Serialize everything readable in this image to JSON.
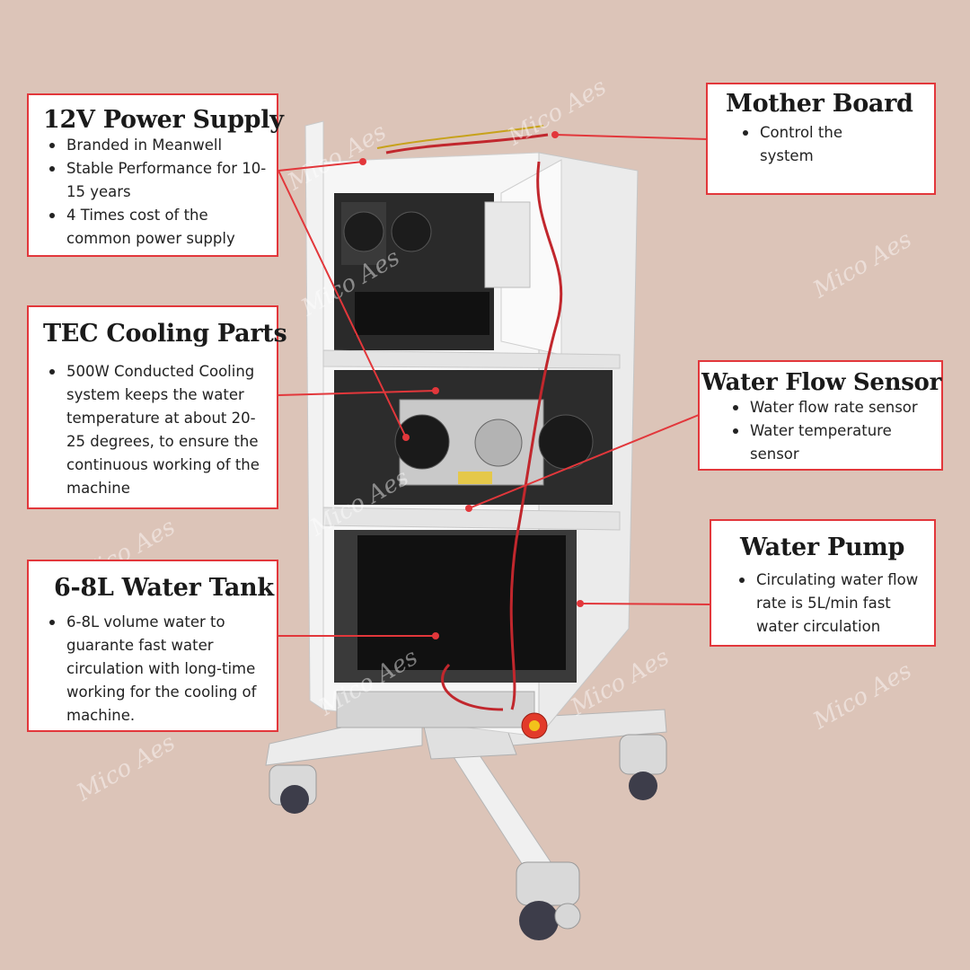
{
  "watermark": "Mico Aes",
  "colors": {
    "background": "#dcc4b8",
    "accent": "#e2373b",
    "box_fill": "#ffffff"
  },
  "callouts": [
    {
      "title": "12V Power Supply",
      "bullets": [
        "Branded in Meanwell",
        "Stable Performance for 10-15 years",
        "4 Times cost of the common power supply"
      ]
    },
    {
      "title": "TEC Cooling Parts",
      "bullets": [
        "500W Conducted Cooling system keeps the water temperature at about 20-25 degrees, to ensure the continuous working of the machine"
      ]
    },
    {
      "title": "6-8L Water Tank",
      "bullets": [
        "6-8L volume water to guarante fast water circulation with long-time working for the cooling of machine."
      ]
    },
    {
      "title": "Mother Board",
      "bullets": [
        "Control the system"
      ]
    },
    {
      "title": "Water Flow Sensor",
      "bullets": [
        "Water flow rate sensor",
        "Water temperature sensor"
      ]
    },
    {
      "title": "Water Pump",
      "bullets": [
        "Circulating water flow rate is 5L/min fast water circulation"
      ]
    }
  ]
}
